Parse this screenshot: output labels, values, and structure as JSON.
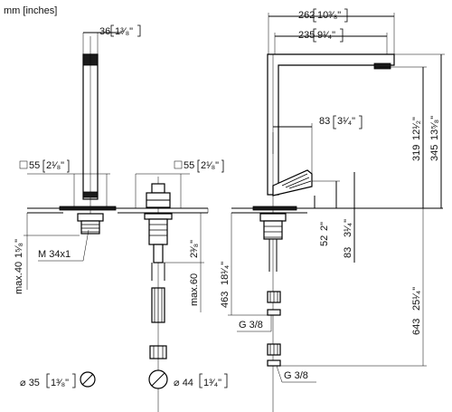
{
  "units_label": "mm [inches]",
  "front_view": {
    "spout_width": {
      "mm": "36",
      "inch": "1³⁄₈\""
    },
    "spout_base": {
      "mm": "55",
      "inch": "2¹⁄₈\""
    },
    "thread": "M 34x1",
    "max_thickness": {
      "mm": "max.40",
      "inch": "1⁵⁄₈\""
    },
    "diameter": {
      "mm": "35",
      "inch": "1³⁄₈\""
    }
  },
  "middle_view": {
    "base": {
      "mm": "55",
      "inch": "2¹⁄₈\""
    },
    "max_thickness": {
      "mm": "max.60",
      "inch": "2³⁄₈\""
    },
    "diameter": {
      "mm": "44",
      "inch": "1³⁄₄\""
    }
  },
  "side_view": {
    "overall_reach": {
      "mm": "262",
      "inch": "10³⁄₈\""
    },
    "spout_reach": {
      "mm": "235",
      "inch": "9¹⁄₄\""
    },
    "handle_length": {
      "mm": "83",
      "inch": "3¹⁄₄\""
    },
    "outlet_height": {
      "mm": "319",
      "inch": "12¹⁄₂\""
    },
    "total_height": {
      "mm": "345",
      "inch": "13⁵⁄₈\""
    },
    "handle_height": {
      "mm": "52",
      "inch": "2\""
    },
    "lever_height": {
      "mm": "83",
      "inch": "3¹⁄₄\""
    },
    "below_deck": {
      "mm": "463",
      "inch": "18¹⁄₄\""
    },
    "hose_length": {
      "mm": "643",
      "inch": "25¹⁄₄\""
    },
    "connection_1": "G 3/8",
    "connection_2": "G 3/8"
  }
}
